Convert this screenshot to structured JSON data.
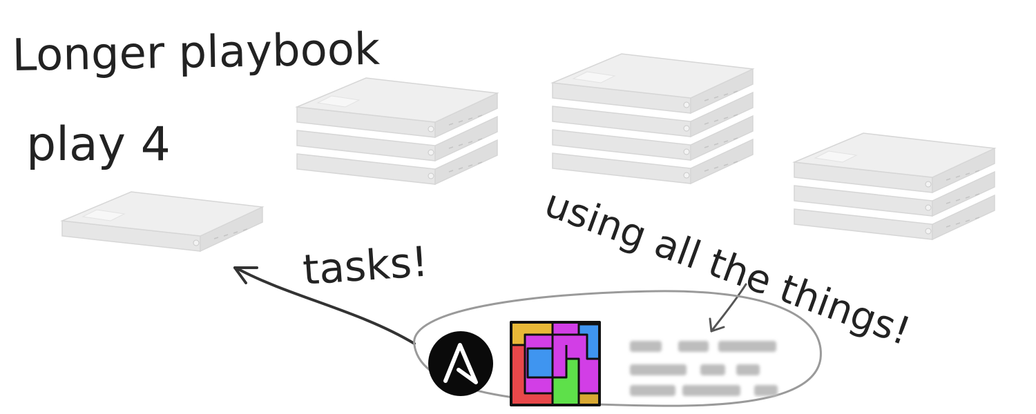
{
  "labels": {
    "title": "Longer playbook",
    "play": "play 4",
    "tasks": "tasks!",
    "using": "using all the things!"
  },
  "icons": {
    "ansible": "ansible-logo-icon",
    "tiles": "tiles-logo-icon",
    "blurred_list": "blurred-text-icon"
  },
  "colors": {
    "ink": "#222222",
    "server_body": "#efefef",
    "server_edge": "#d6d6d6",
    "ellipse": "#9a9a9a",
    "tile_yellow": "#e8b838",
    "tile_magenta": "#d23ee6",
    "tile_blue": "#3f95f0",
    "tile_red": "#e8484a",
    "tile_green": "#5ee04a",
    "tile_gold": "#d8a832"
  },
  "server_stacks": [
    {
      "name": "stack-1",
      "units": 1
    },
    {
      "name": "stack-2",
      "units": 3
    },
    {
      "name": "stack-3",
      "units": 4
    },
    {
      "name": "stack-4",
      "units": 3
    }
  ]
}
